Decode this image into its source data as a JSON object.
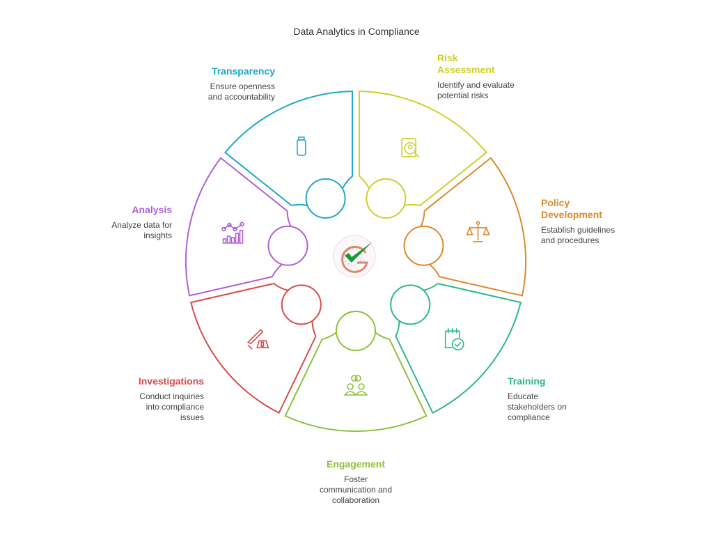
{
  "title": "Data Analytics in Compliance",
  "segments": [
    {
      "id": "transparency",
      "title": "Transparency",
      "desc": [
        "Ensure openness",
        "and accountability"
      ],
      "color": "#1fa8c9",
      "icon": "bottle-icon"
    },
    {
      "id": "risk-assessment",
      "title": "Risk Assessment",
      "title_lines": [
        "Risk",
        "Assessment"
      ],
      "desc": [
        "Identify and evaluate",
        "potential risks"
      ],
      "color": "#cfcf2a",
      "icon": "document-search-icon"
    },
    {
      "id": "policy-development",
      "title": "Policy Development",
      "title_lines": [
        "Policy",
        "Development"
      ],
      "desc": [
        "Establish guidelines",
        "and procedures"
      ],
      "color": "#d98a2b",
      "icon": "scales-icon"
    },
    {
      "id": "training",
      "title": "Training",
      "desc": [
        "Educate",
        "stakeholders on",
        "compliance"
      ],
      "color": "#2bb88a",
      "icon": "calendar-check-icon"
    },
    {
      "id": "engagement",
      "title": "Engagement",
      "desc": [
        "Foster",
        "communication and",
        "collaboration"
      ],
      "color": "#8fbf3a",
      "icon": "people-link-icon"
    },
    {
      "id": "investigations",
      "title": "Investigations",
      "desc": [
        "Conduct inquiries",
        "into compliance",
        "issues"
      ],
      "color": "#d94a4a",
      "icon": "knife-evidence-icon"
    },
    {
      "id": "analysis",
      "title": "Analysis",
      "desc": [
        "Analyze data for",
        "insights"
      ],
      "color": "#b05fd6",
      "icon": "chart-icon"
    }
  ],
  "center_logo": "check-logo-icon"
}
